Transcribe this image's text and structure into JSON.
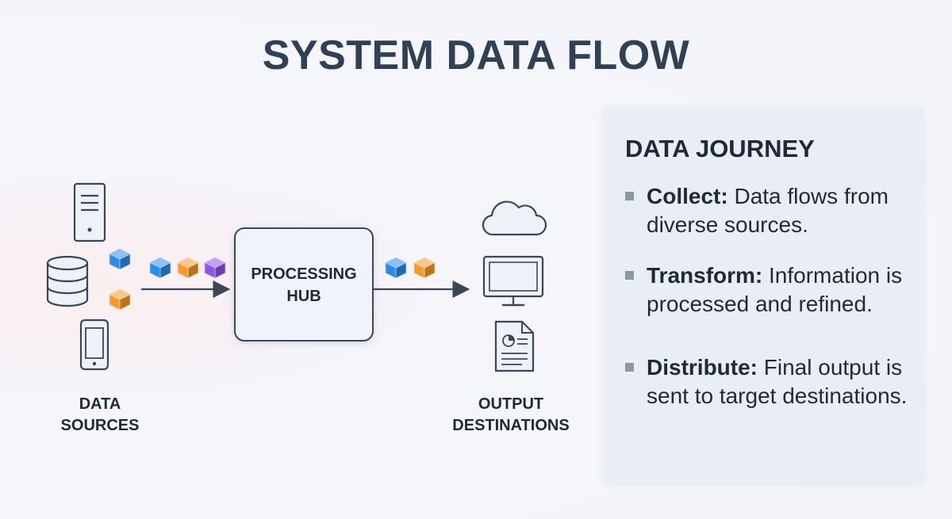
{
  "title": "SYSTEM DATA FLOW",
  "sources": {
    "label_line1": "DATA",
    "label_line2": "SOURCES",
    "icons": [
      "server-icon",
      "database-icon",
      "smartphone-icon"
    ]
  },
  "hub": {
    "label_line1": "PROCESSING",
    "label_line2": "HUB"
  },
  "destinations": {
    "label_line1": "OUTPUT",
    "label_line2": "DESTINATIONS",
    "icons": [
      "cloud-icon",
      "monitor-icon",
      "report-document-icon"
    ]
  },
  "packets": {
    "colors": {
      "blue": "#2f8be8",
      "orange": "#f59a2e",
      "purple": "#8b55e6"
    },
    "incoming": [
      "blue",
      "orange",
      "purple"
    ],
    "outgoing": [
      "blue",
      "orange"
    ],
    "source_side": [
      "blue",
      "orange"
    ]
  },
  "journey": {
    "title": "DATA JOURNEY",
    "steps": [
      {
        "head": "Collect:",
        "text": " Data flows from diverse sources."
      },
      {
        "head": "Transform:",
        "text": " Information is processed and refined."
      },
      {
        "head": "Distribute:",
        "text": " Final output is sent to target destinations."
      }
    ]
  }
}
